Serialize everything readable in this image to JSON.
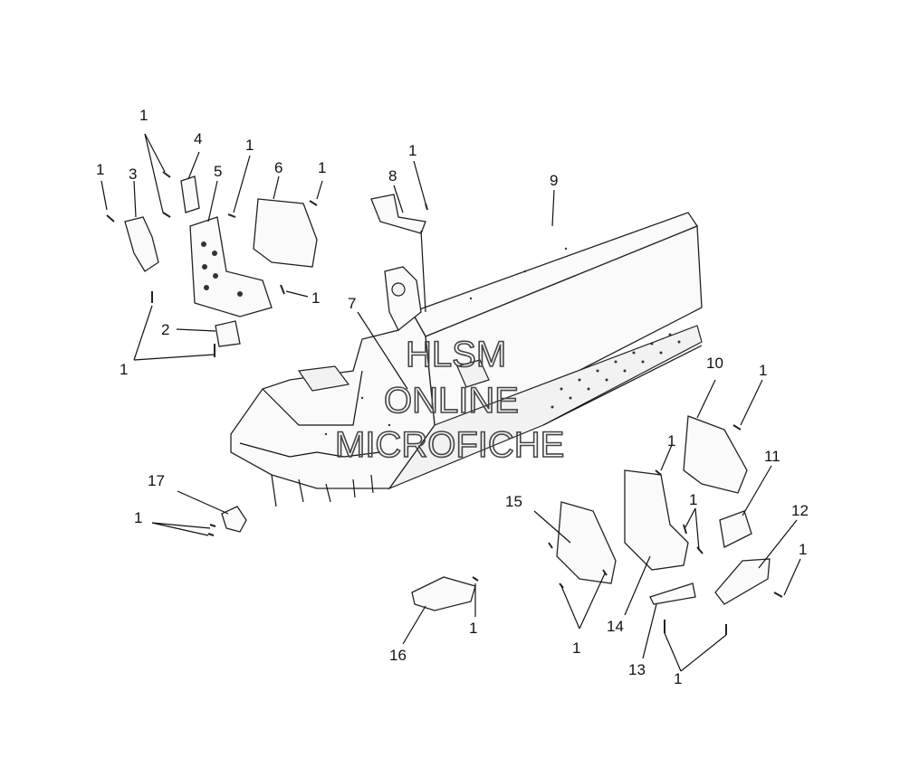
{
  "diagram": {
    "callouts": [
      "1",
      "2",
      "3",
      "4",
      "5",
      "6",
      "7",
      "8",
      "9",
      "10",
      "11",
      "12",
      "13",
      "14",
      "15",
      "16",
      "17"
    ]
  },
  "watermark": {
    "line1": "HLSM",
    "line2": "ONLINE",
    "line3": "MICROFICHE"
  }
}
